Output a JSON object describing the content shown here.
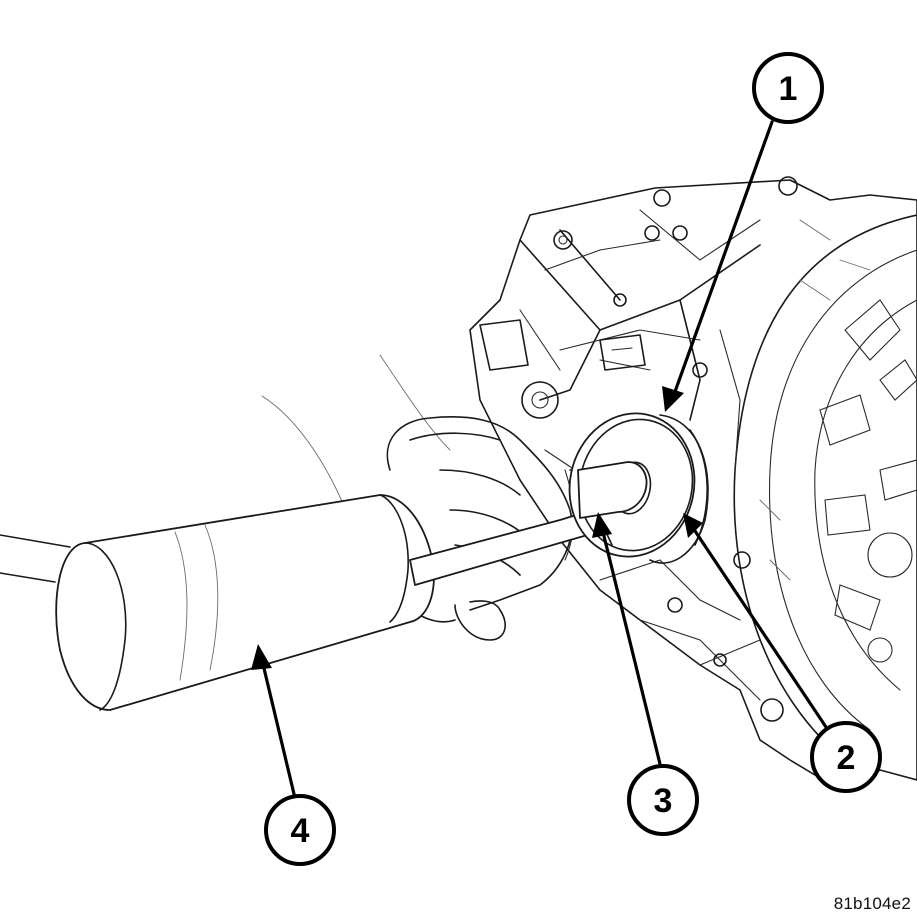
{
  "callouts": [
    {
      "id": "callout-1",
      "label": "1"
    },
    {
      "id": "callout-2",
      "label": "2"
    },
    {
      "id": "callout-3",
      "label": "3"
    },
    {
      "id": "callout-4",
      "label": "4"
    }
  ],
  "figure_id": "81b104e2",
  "colors": {
    "line": "#1a1a1a",
    "background": "#ffffff"
  }
}
